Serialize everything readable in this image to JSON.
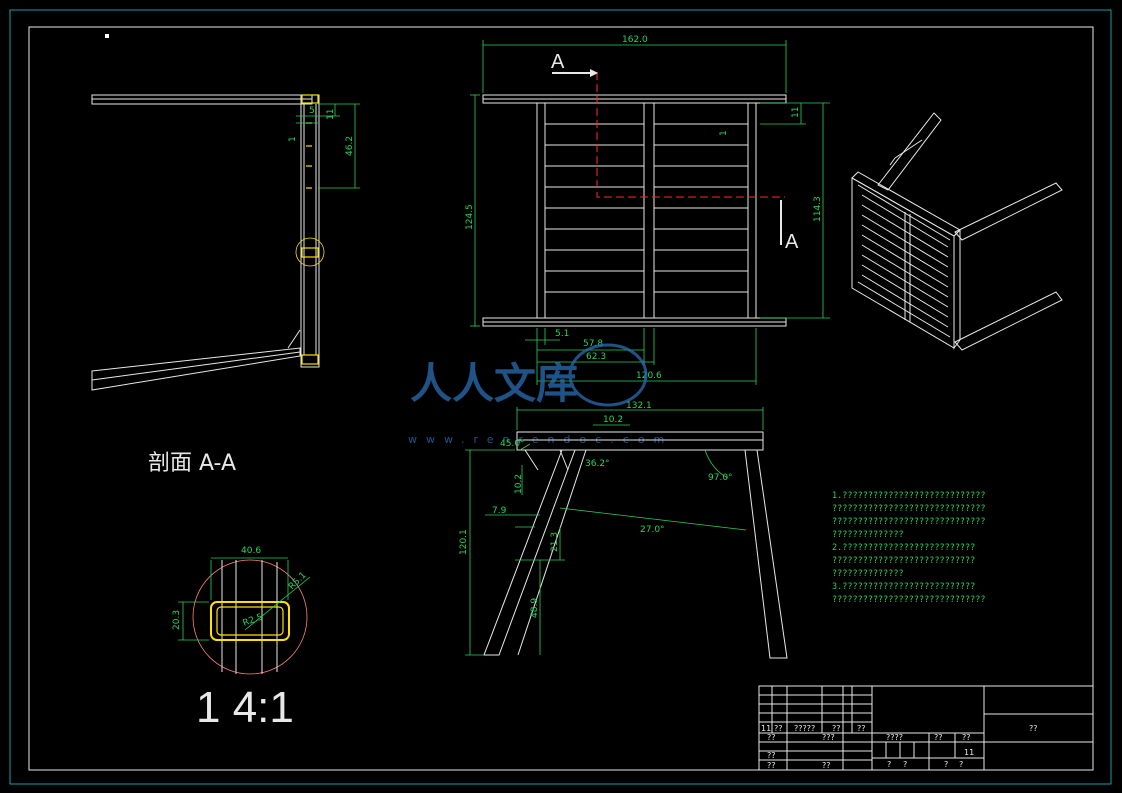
{
  "drawing": {
    "section_label": "剖面 A-A",
    "detail_scale": "1 4:1",
    "section_mark": "A",
    "watermark_cn": "人人文库",
    "watermark_url": "www.renrendoc.com",
    "colors": {
      "background": "#000000",
      "border": "#18c8d0",
      "outline": "#e8e8e8",
      "dimension": "#27d35a",
      "centerline": "#ff2a2a",
      "highlight": "#ffe000"
    }
  },
  "dims": {
    "top_width": "162.0",
    "height_left": "124.5",
    "height_right": "114.3",
    "d11_top_right": "11",
    "d1": "1",
    "d51": "5.1",
    "d578": "57.8",
    "d623": "62.3",
    "d1206": "120.6",
    "d1321": "132.1",
    "d102a": "10.2",
    "ang450": "45.0°",
    "ang362": "36.2°",
    "ang970": "97.0°",
    "ang270": "27.0°",
    "d102b": "10.2",
    "d79": "7.9",
    "d213": "21.3",
    "d1201": "120.1",
    "d489": "48.9",
    "sec_5": "5",
    "sec_11": "11",
    "sec_462": "46.2",
    "sec_1": "1",
    "det_406": "40.6",
    "det_203": "20.3",
    "det_r": "R5.1",
    "det_r2": "R2.5"
  },
  "notes": [
    "1.????????????????????????????",
    "??????????????????????????????",
    "??????????????????????????????",
    "??????????????",
    "2.??????????????????????????",
    "????????????????????????????",
    "??????????????",
    "3.??????????????????????????",
    "??????????????????????????????"
  ],
  "title_block": {
    "title_cell": "??",
    "row1": [
      "11",
      "??",
      "?????",
      "??",
      "??"
    ],
    "row2": [
      "??",
      "???"
    ],
    "row3": [
      "??"
    ],
    "row4": [
      "??",
      "??"
    ],
    "right1": [
      "????",
      "??",
      "??"
    ],
    "right2": [
      "11"
    ],
    "right3": [
      "?",
      "?",
      "?",
      "?"
    ]
  }
}
